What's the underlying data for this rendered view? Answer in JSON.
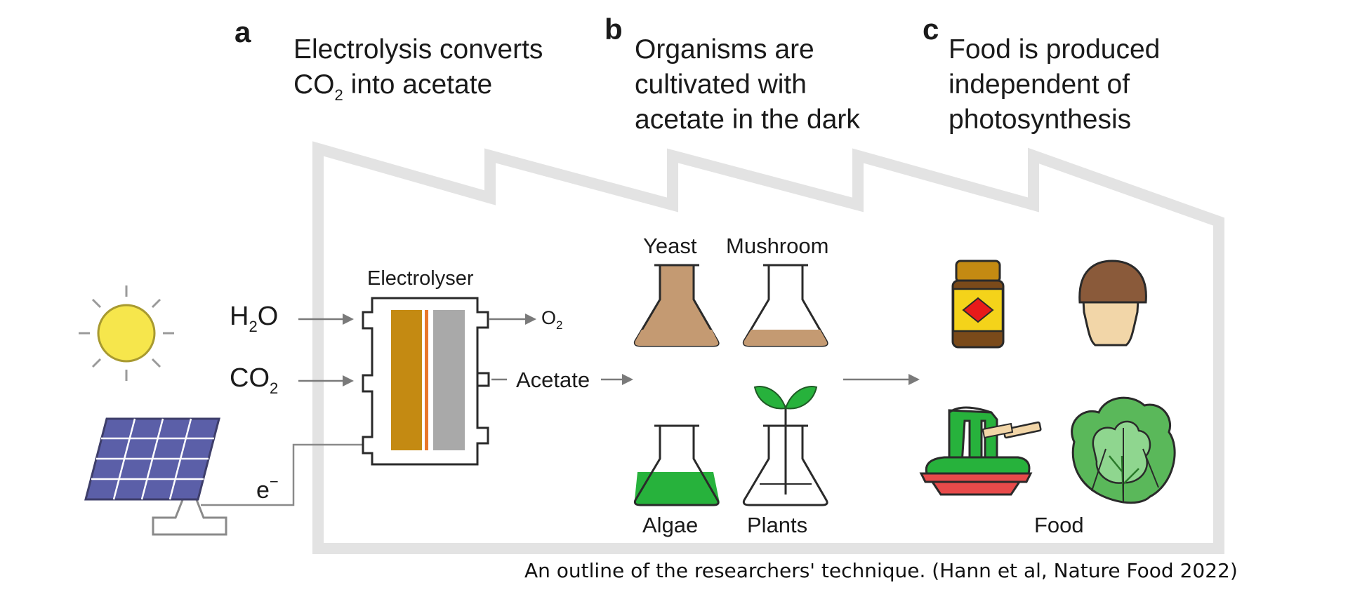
{
  "panels": [
    {
      "letter": "a",
      "title_lines": [
        "Electrolysis converts",
        "CO",
        "2",
        " into acetate"
      ]
    },
    {
      "letter": "b",
      "title_lines": [
        "Organisms are",
        "cultivated with",
        "acetate in the dark"
      ]
    },
    {
      "letter": "c",
      "title_lines": [
        "Food is produced",
        "independent of",
        "photosynthesis"
      ]
    }
  ],
  "inputs": {
    "h2o": {
      "main": "H",
      "sub": "2",
      "tail": "O"
    },
    "co2": {
      "main": "CO",
      "sub": "2"
    },
    "electron": {
      "main": "e",
      "sup": "−"
    }
  },
  "electrolyser_label": "Electrolyser",
  "outputs": {
    "o2": {
      "main": "O",
      "sub": "2"
    },
    "acetate": "Acetate"
  },
  "organisms": {
    "yeast": "Yeast",
    "mushroom": "Mushroom",
    "algae": "Algae",
    "plants": "Plants"
  },
  "food_label": "Food",
  "caption": "An outline of the researchers' technique. (Hann et al, Nature Food 2022)",
  "icons": [
    "sun-icon",
    "solar-panel-icon",
    "flask-icon",
    "sprout-icon",
    "jar-icon",
    "mushroom-icon",
    "noodles-icon",
    "lettuce-icon"
  ],
  "colors": {
    "factory_outline": "#e3e3e3",
    "arrow": "#7a7a7a",
    "electrode_gold": "#c48a12",
    "membrane_orange": "#e8772a",
    "electrode_gray": "#a9a9a9",
    "flask_brown": "#c49a72",
    "flask_green": "#27b23c",
    "sun": "#f6e64c",
    "solar_blue": "#5b5fa8"
  }
}
